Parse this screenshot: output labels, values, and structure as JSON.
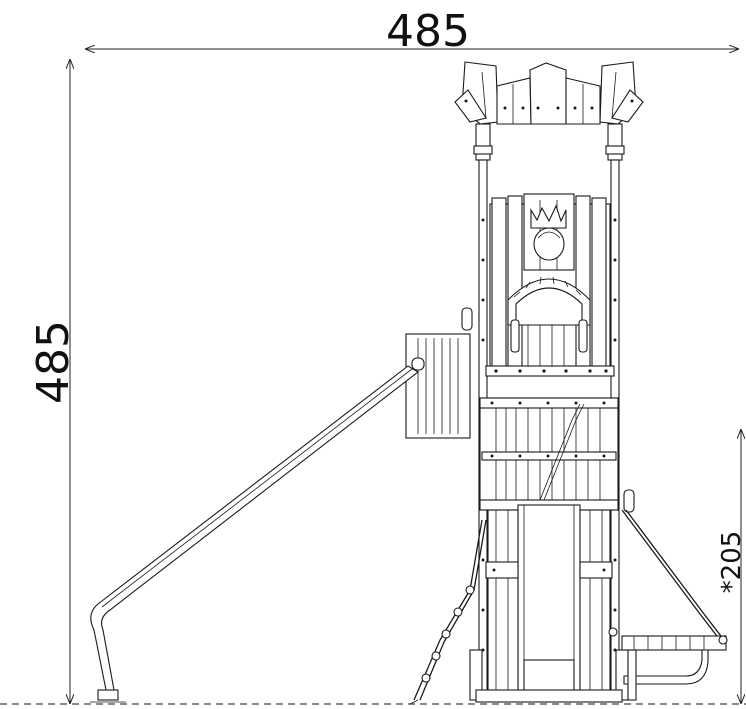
{
  "dimensions": {
    "width_label": "485",
    "height_label": "485",
    "slide_height_label": "*205"
  },
  "colors": {
    "line": "#1a1a1a",
    "background": "#ffffff",
    "ground": "#444444"
  }
}
